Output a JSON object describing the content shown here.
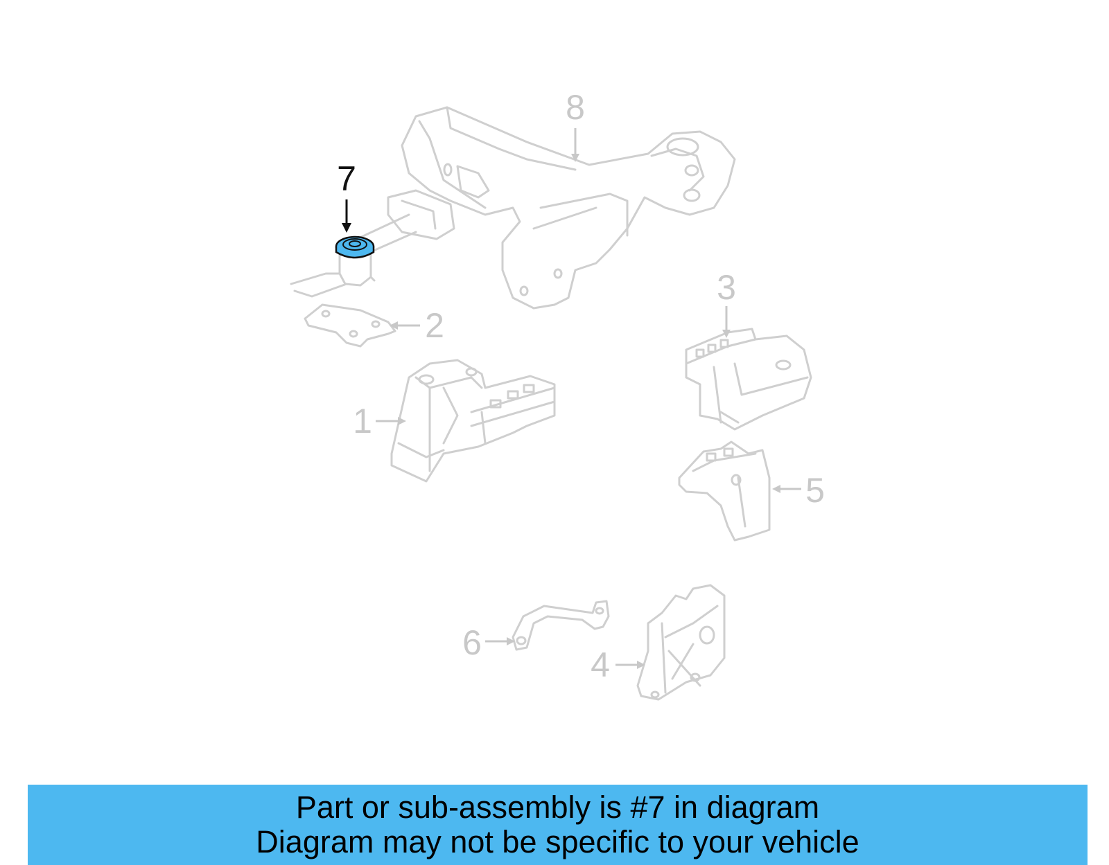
{
  "callouts": {
    "part_1": "1",
    "part_2": "2",
    "part_3": "3",
    "part_4": "4",
    "part_5": "5",
    "part_6": "6",
    "part_7": "7",
    "part_8": "8"
  },
  "highlighted_part": "7",
  "colors": {
    "highlight_fill": "#4db8f0",
    "banner_bg": "#4db8f0",
    "inactive_line": "#cfcfcf",
    "active_line": "#111111"
  },
  "banner": {
    "line1": "Part or sub-assembly is #7 in diagram",
    "line2": "Diagram may not be specific to your vehicle"
  }
}
